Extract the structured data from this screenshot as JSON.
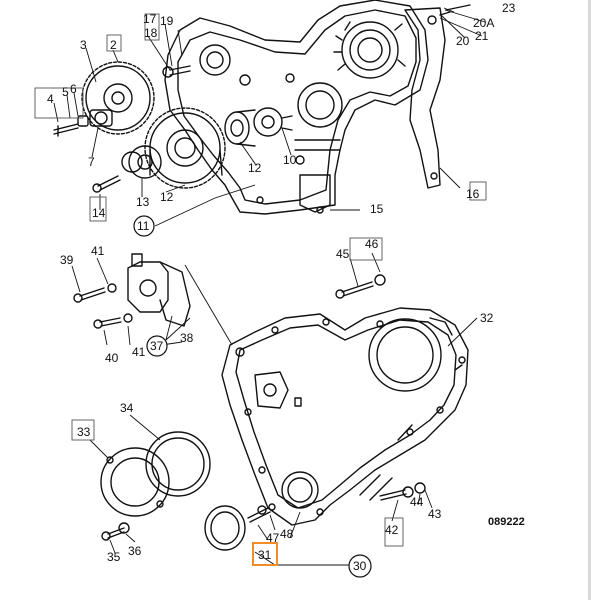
{
  "diagram": {
    "reference": "089222",
    "highlighted_callout": "31",
    "callouts": {
      "c2": "2",
      "c3": "3",
      "c4": "4",
      "c5": "5",
      "c6": "6",
      "c7": "7",
      "c10": "10",
      "c11": "11",
      "c12a": "12",
      "c12b": "12",
      "c13": "13",
      "c14": "14",
      "c15": "15",
      "c16": "16",
      "c17": "17",
      "c18": "18",
      "c19": "19",
      "c20": "20",
      "c20a": "20A",
      "c21": "21",
      "c23": "23",
      "c30": "30",
      "c31": "31",
      "c32": "32",
      "c33": "33",
      "c34": "34",
      "c35": "35",
      "c36": "36",
      "c37": "37",
      "c38": "38",
      "c39": "39",
      "c40": "40",
      "c41a": "41",
      "c41b": "41",
      "c42": "42",
      "c43": "43",
      "c44": "44",
      "c45": "45",
      "c46": "46",
      "c47": "47",
      "c48": "48"
    },
    "colors": {
      "line": "#111111",
      "highlight": "#f28c28",
      "background": "#ffffff"
    }
  }
}
